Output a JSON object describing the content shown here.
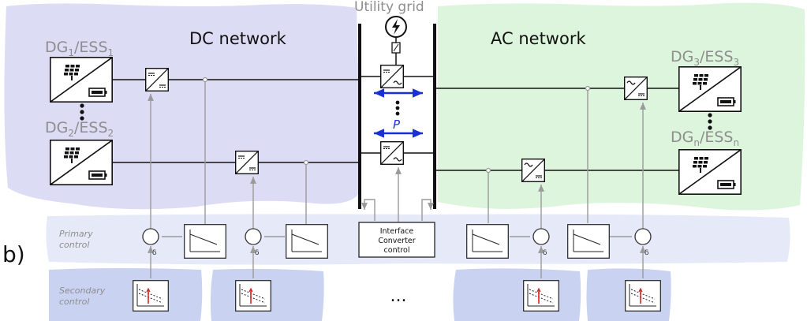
{
  "figure_label": "b)",
  "utility_grid_label": "Utility grid",
  "dc_network": {
    "title": "DC network",
    "sources": [
      {
        "base": "DG",
        "sub1": "1",
        "mid": "/ESS",
        "sub2": "1"
      },
      {
        "base": "DG",
        "sub1": "2",
        "mid": "/ESS",
        "sub2": "2"
      }
    ]
  },
  "ac_network": {
    "title": "AC network",
    "sources": [
      {
        "base": "DG",
        "sub1": "3",
        "mid": "/ESS",
        "sub2": "3"
      },
      {
        "base": "DG",
        "sub1": "n",
        "mid": "/ESS",
        "sub2": "n"
      }
    ]
  },
  "power_flow_label": "P",
  "primary_control": {
    "line1": "Primary",
    "line2": "control"
  },
  "secondary_control": {
    "line1": "Secondary",
    "line2": "control"
  },
  "interface_converter_control": {
    "line1": "Interface",
    "line2": "Converter",
    "line3": "control"
  },
  "delta_symbol": "δ",
  "ellipsis": "...",
  "colors": {
    "dc_region": "#dcdcf5",
    "ac_region": "#dcf5dc",
    "primary_band": "#e6eaf8",
    "secondary_band": "#c9d3f1",
    "control_line": "#9a9a9a",
    "power_arrow": "#1a2fd6",
    "label_gray": "#8e8e8e"
  }
}
